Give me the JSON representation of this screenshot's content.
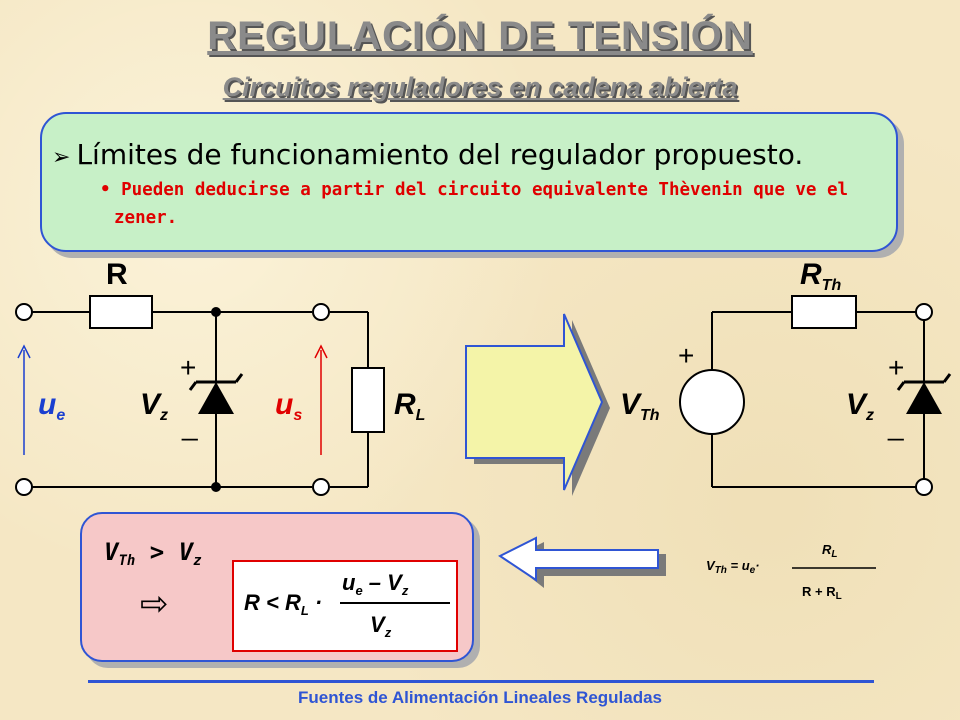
{
  "header": {
    "title": "REGULACIÓN DE TENSIÓN",
    "subtitle": "Circuitos reguladores en cadena abierta"
  },
  "content_box": {
    "bullet_main": "Límites de funcionamiento del regulador propuesto.",
    "bullet_sub": "Pueden deducirse a partir del circuito equivalente Thèvenin que ve el zener."
  },
  "left_circuit": {
    "resistor_label": "R",
    "input_label": "u",
    "input_sub": "e",
    "zener_label": "V",
    "zener_sub": "z",
    "output_label": "u",
    "output_sub": "s",
    "load_label": "R",
    "load_sub": "L",
    "plus": "+",
    "minus": "_"
  },
  "right_circuit": {
    "resistor_label": "R",
    "resistor_sub": "Th",
    "source_label": "V",
    "source_sub": "Th",
    "zener_label": "V",
    "zener_sub": "z",
    "plus": "+",
    "minus": "_"
  },
  "thevenin_formula": {
    "lhs": "V",
    "lhs_sub": "Th",
    "eq": " = u",
    "eq_sub": "e",
    "dot": "·",
    "num": "R",
    "num_sub": "L",
    "den": "R + R",
    "den_sub": "L"
  },
  "condition": {
    "lhs": "V",
    "lhs_sub": "Th",
    "op": " > V",
    "rhs_sub": "z",
    "implies": "⇨",
    "r_lt": "R < R",
    "r_lt_sub": "L",
    "dot": " ·",
    "num_u": "u",
    "num_u_sub": "e",
    "num_minus": " – V",
    "num_v_sub": "z",
    "den_v": "V",
    "den_v_sub": "z"
  },
  "footer": {
    "text": "Fuentes de Alimentación Lineales Reguladas"
  },
  "colors": {
    "background": "#f5e7c4",
    "box_green": "#c7f0c7",
    "box_pink": "#f6c8c8",
    "border_blue": "#2f55d4",
    "red": "#e00000",
    "arrow_fill": "#f4f4a8"
  }
}
